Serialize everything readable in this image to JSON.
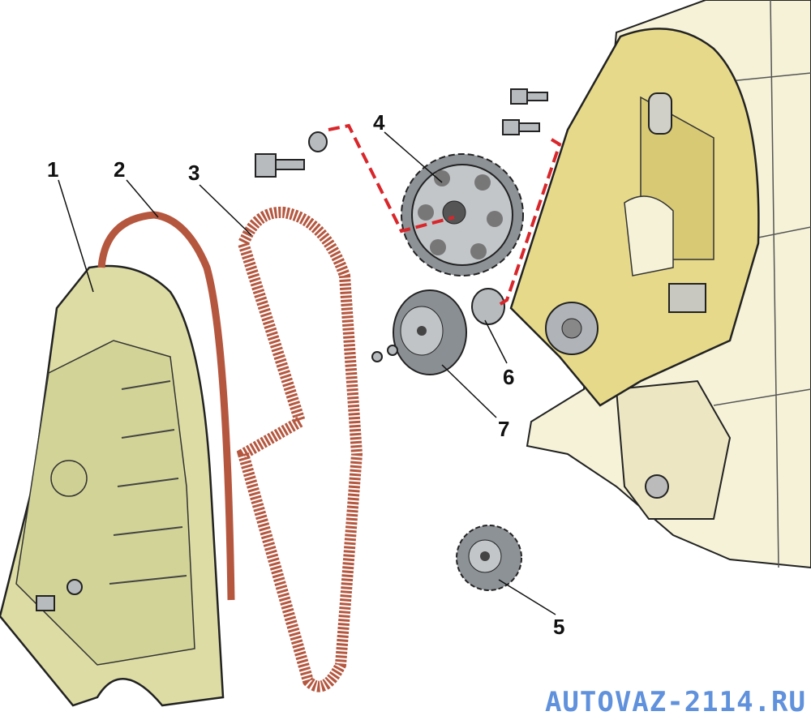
{
  "labels": {
    "l1": "1",
    "l2": "2",
    "l3": "3",
    "l4": "4",
    "l5": "5",
    "l6": "6",
    "l7": "7"
  },
  "watermark": "AUTOVAZ-2114.RU",
  "colors": {
    "cover": "#dcdca4",
    "engine_cover": "#e6d98a",
    "belt": "#b5573f",
    "block": "#f5f2d8",
    "dashed": "#d9262b",
    "metal": "#9a9fa3"
  }
}
